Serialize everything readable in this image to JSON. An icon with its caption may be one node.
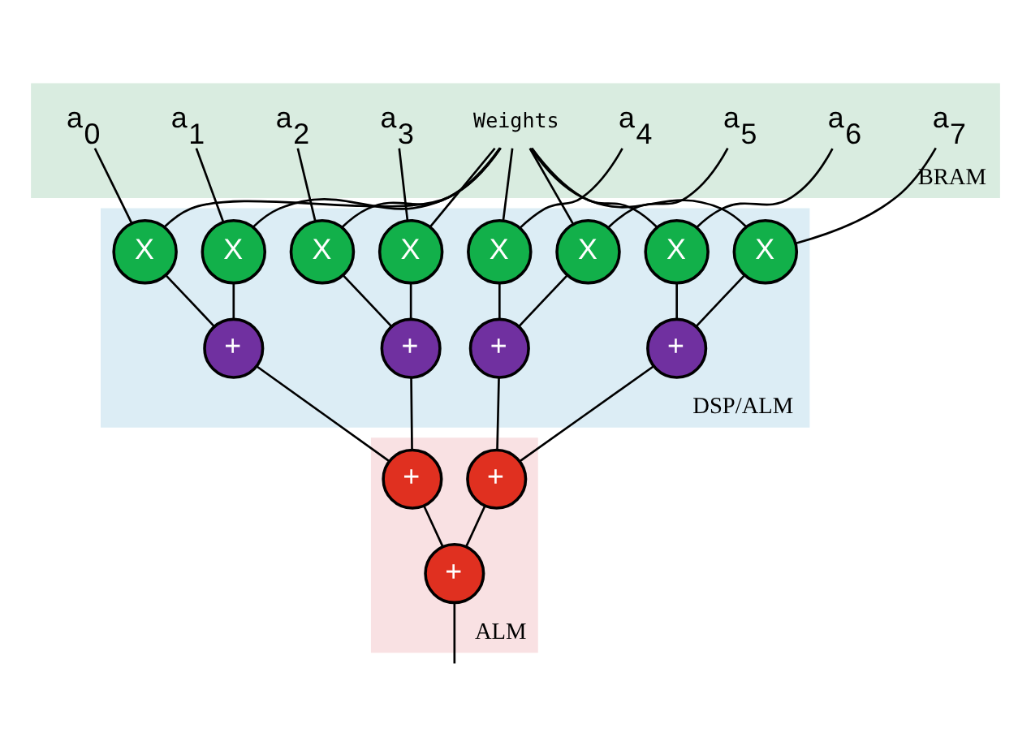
{
  "diagram": {
    "nodes": [
      {
        "text": [
          "BRAM"
        ]
      },
      {
        "text": [
          "Weights"
        ],
        "in": 0
      },
      {
        "text": [
          "a$_{7}$"
        ],
        "in": 0
      },
      {
        "text": [
          "a$_{6}$"
        ],
        "in": 0
      },
      {
        "text": [
          "a$_{5}$"
        ],
        "in": 0
      },
      {
        "text": [
          "a$_{4}$"
        ],
        "in": 0
      },
      {
        "text": [
          "a$_{3}$"
        ],
        "in": 0
      },
      {
        "text": [
          "a$_{2}$"
        ],
        "in": 0
      },
      {
        "text": [
          "a$_{1}$"
        ],
        "in": 0
      },
      {
        "text": [
          "a$_{0}$"
        ],
        "in": 0
      },
      {
        "text": [
          "DSP/ALM"
        ]
      },
      {
        "text": [
          "X"
        ],
        "in": 10
      },
      {
        "text": [
          "X"
        ],
        "in": 10
      },
      {
        "text": [
          "X"
        ],
        "in": 10
      },
      {
        "text": [
          "X"
        ],
        "in": 10
      },
      {
        "text": [
          "X"
        ],
        "in": 10
      },
      {
        "text": [
          "X"
        ],
        "in": 10
      },
      {
        "text": [
          "X"
        ],
        "in": 10
      },
      {
        "text": [
          "X"
        ],
        "in": 10
      },
      {
        "text": [
          "+"
        ],
        "in": 10
      },
      {
        "text": [
          "+"
        ],
        "in": 10
      },
      {
        "text": [
          "+"
        ],
        "in": 10
      },
      {
        "text": [
          "+"
        ],
        "in": 10
      },
      {
        "text": [
          "ALM"
        ]
      },
      {
        "text": [
          "+"
        ],
        "in": 23
      },
      {
        "text": [
          "+"
        ],
        "in": 23
      },
      {
        "text": [
          "+"
        ],
        "in": 23
      }
    ],
    "edges": [
      {
        "from": 2,
        "to": 11,
        "arrow": "none"
      },
      {
        "from": 3,
        "to": 12,
        "arrow": "none"
      },
      {
        "from": 4,
        "to": 13,
        "arrow": "none"
      },
      {
        "from": 5,
        "to": 14,
        "arrow": "none"
      },
      {
        "from": 6,
        "to": 15,
        "arrow": "none"
      },
      {
        "from": 7,
        "to": 16,
        "arrow": "none"
      },
      {
        "from": 8,
        "to": 17,
        "arrow": "none"
      },
      {
        "from": 9,
        "to": 18,
        "arrow": "none"
      },
      {
        "from": 1,
        "to": 11,
        "arrow": "none"
      },
      {
        "from": 1,
        "to": 12,
        "arrow": "none"
      },
      {
        "from": 1,
        "to": 13,
        "arrow": "none"
      },
      {
        "from": 1,
        "to": 14,
        "arrow": "none"
      },
      {
        "from": 1,
        "to": 15,
        "arrow": "none"
      },
      {
        "from": 1,
        "to": 16,
        "arrow": "none"
      },
      {
        "from": 1,
        "to": 17,
        "arrow": "none"
      },
      {
        "from": 1,
        "to": 18,
        "arrow": "none"
      },
      {
        "from": 11,
        "to": 19,
        "arrow": "none"
      },
      {
        "from": 12,
        "to": 19,
        "arrow": "none"
      },
      {
        "from": 13,
        "to": 20,
        "arrow": "none"
      },
      {
        "from": 14,
        "to": 20,
        "arrow": "none"
      },
      {
        "from": 15,
        "to": 21,
        "arrow": "none"
      },
      {
        "from": 16,
        "to": 21,
        "arrow": "none"
      },
      {
        "from": 17,
        "to": 22,
        "arrow": "none"
      },
      {
        "from": 18,
        "to": 22,
        "arrow": "none"
      },
      {
        "from": 19,
        "to": 24,
        "arrow": "none"
      },
      {
        "from": 20,
        "to": 24,
        "arrow": "none"
      },
      {
        "from": 21,
        "to": 25,
        "arrow": "none"
      },
      {
        "from": 22,
        "to": 25,
        "arrow": "none"
      },
      {
        "from": 24,
        "to": 26,
        "arrow": "none"
      },
      {
        "from": 25,
        "to": 26,
        "arrow": "none"
      },
      {
        "from": 26,
        "to": null,
        "arrow": "none"
      }
    ]
  }
}
